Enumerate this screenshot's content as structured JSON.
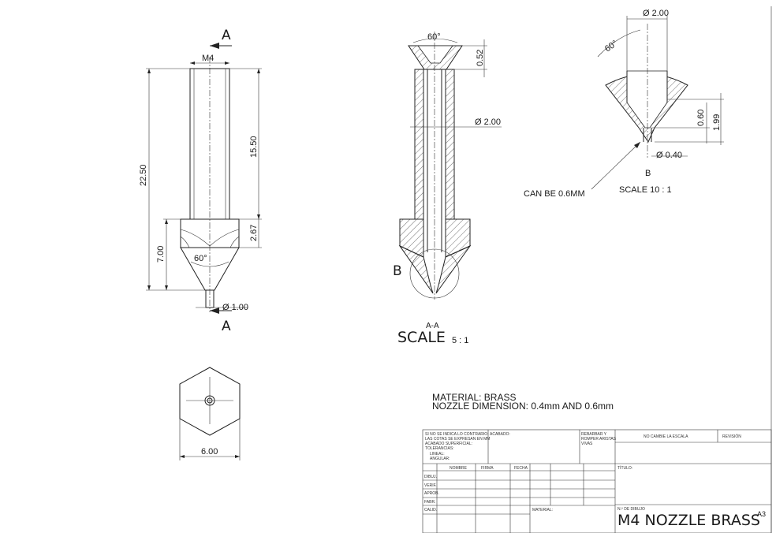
{
  "front_view": {
    "section_label_top": "A",
    "section_label_bottom": "A",
    "thread": "M4",
    "total_length": "22.50",
    "thread_length": "15.50",
    "hex_height": "2.67",
    "body_length": "7.00",
    "cone_angle": "60°",
    "tip_diameter": "Ø 1.00"
  },
  "section_view": {
    "top_angle": "60°",
    "top_depth": "0.52",
    "bore_diameter": "Ø 2.00",
    "detail_label": "B",
    "view_name": "A-A",
    "scale_word": "SCALE",
    "scale_value": "5 : 1"
  },
  "detail_view": {
    "diameter_top": "Ø 2.00",
    "angle": "60°",
    "dim_060": "0.60",
    "dim_199": "1.99",
    "orifice": "Ø 0.40",
    "label": "B",
    "note": "CAN BE 0.6MM",
    "scale": "SCALE  10 : 1"
  },
  "hex_view": {
    "width": "6.00"
  },
  "notes": {
    "material": "MATERIAL: BRASS",
    "nozzle": "NOZZLE DIMENSION: 0.4mm AND 0.6mm"
  },
  "title_block": {
    "general_note_1": "SI NO SE INDICA LO CONTRARIO:",
    "general_note_2": "LAS COTAS SE EXPRESAN EN MM",
    "general_note_3": "ACABADO SUPERFICIAL:",
    "general_note_4": "TOLERANCIAS:",
    "general_note_5": "LINEAL:",
    "general_note_6": "ANGULAR:",
    "acabado": "ACABADO:",
    "rebarbar_1": "REBARBAR Y",
    "rebarbar_2": "ROMPER ARISTAS",
    "rebarbar_3": "VIVAS",
    "no_cambie": "NO CAMBIE LA ESCALA",
    "revision": "REVISIÓN",
    "col_nombre": "NOMBRE",
    "col_firma": "FIRMA",
    "col_fecha": "FECHA",
    "row_dibuj": "DIBUJ.",
    "row_verif": "VERIF.",
    "row_aprob": "APROB.",
    "row_fabr": "FABR.",
    "row_calid": "CALID.",
    "titulo": "TÍTULO:",
    "material": "MATERIAL:",
    "n_dibujo": "N.º DE DIBUJO",
    "title": "M4 NOZZLE BRASS",
    "sheet_size": "A3"
  }
}
